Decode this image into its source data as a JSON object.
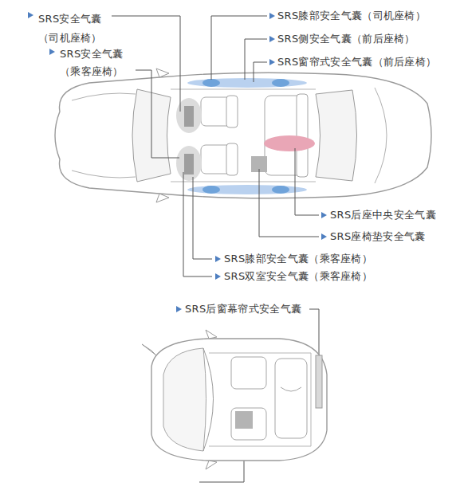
{
  "diagram": {
    "labels": [
      "SRS安全气囊 （司机座椅）",
      "SRS膝部安全气囊（司机座椅）",
      "SRS侧安全气囊（前后座椅）",
      "SRS安全气囊 （乘客座椅）",
      "SRS窗帘式安全气囊（前后座椅）",
      "SRS后座中央安全气囊",
      "SRS座椅垫安全气囊",
      "SRS膝部安全气囊（乘客座椅）",
      "SRS双室安全气囊（乘客座椅）",
      "SRS后窗幕帘式安全气囊"
    ]
  }
}
